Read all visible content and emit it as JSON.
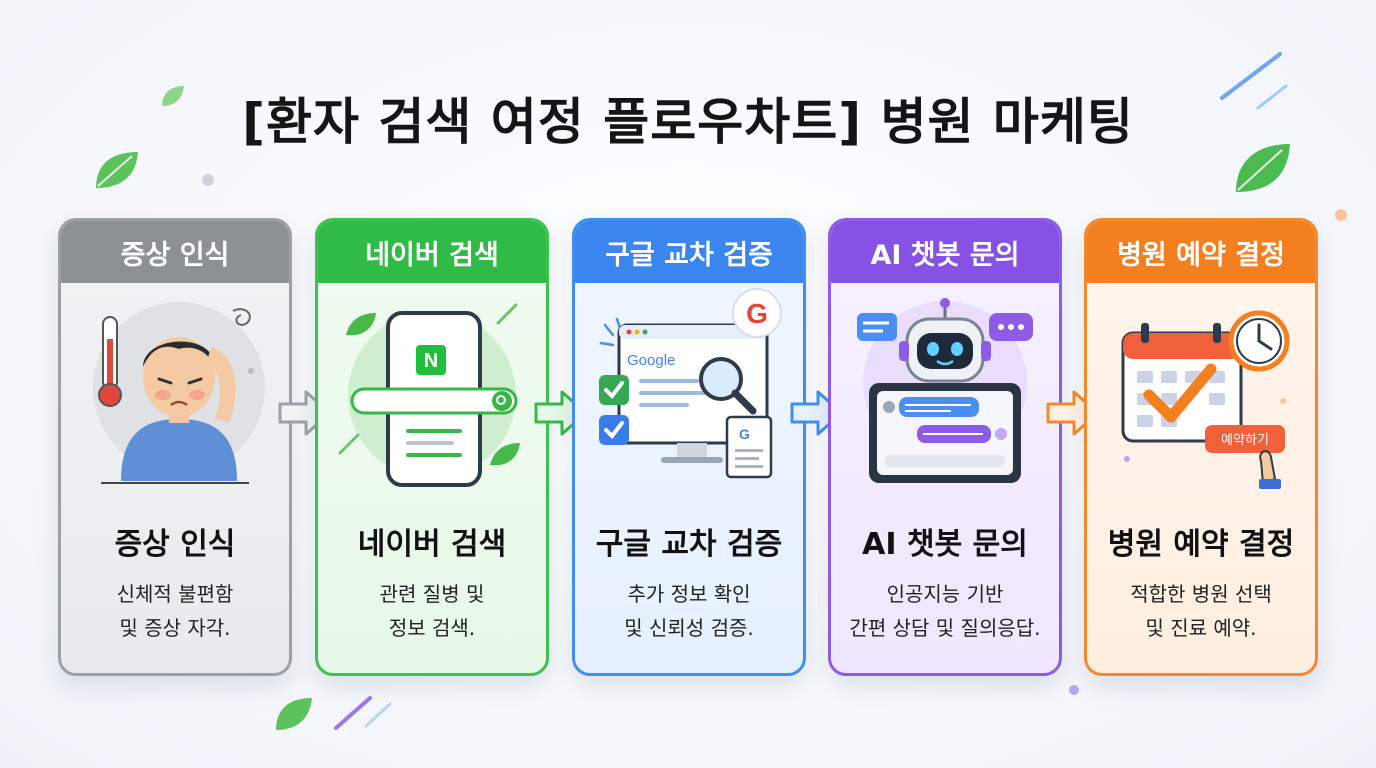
{
  "title": "[환자 검색 여정 플로우차트] 병원 마케팅",
  "steps": [
    {
      "header": "증상 인식",
      "heading": "증상 인식",
      "desc": [
        "신체적 불편함",
        "및 증상 자각."
      ],
      "color": "#8c9196"
    },
    {
      "header": "네이버 검색",
      "heading": "네이버 검색",
      "desc": [
        "관련 질병 및",
        "정보 검색."
      ],
      "color": "#2fbb45",
      "logo": "N"
    },
    {
      "header": "구글 교차 검증",
      "heading": "구글 교차 검증",
      "desc": [
        "추가 정보 확인",
        "및 신뢰성 검증."
      ],
      "color": "#3a86ee",
      "logo": "Google",
      "g": "G"
    },
    {
      "header": "AI 챗봇 문의",
      "heading": "AI 챗봇 문의",
      "desc": [
        "인공지능 기반",
        "간편 상담 및 질의응답."
      ],
      "color": "#8552e3"
    },
    {
      "header": "병원 예약 결정",
      "heading": "병원 예약 결정",
      "desc": [
        "적합한 병원 선택",
        "및 진료 예약."
      ],
      "color": "#f47f1f",
      "button": "예약하기"
    }
  ]
}
